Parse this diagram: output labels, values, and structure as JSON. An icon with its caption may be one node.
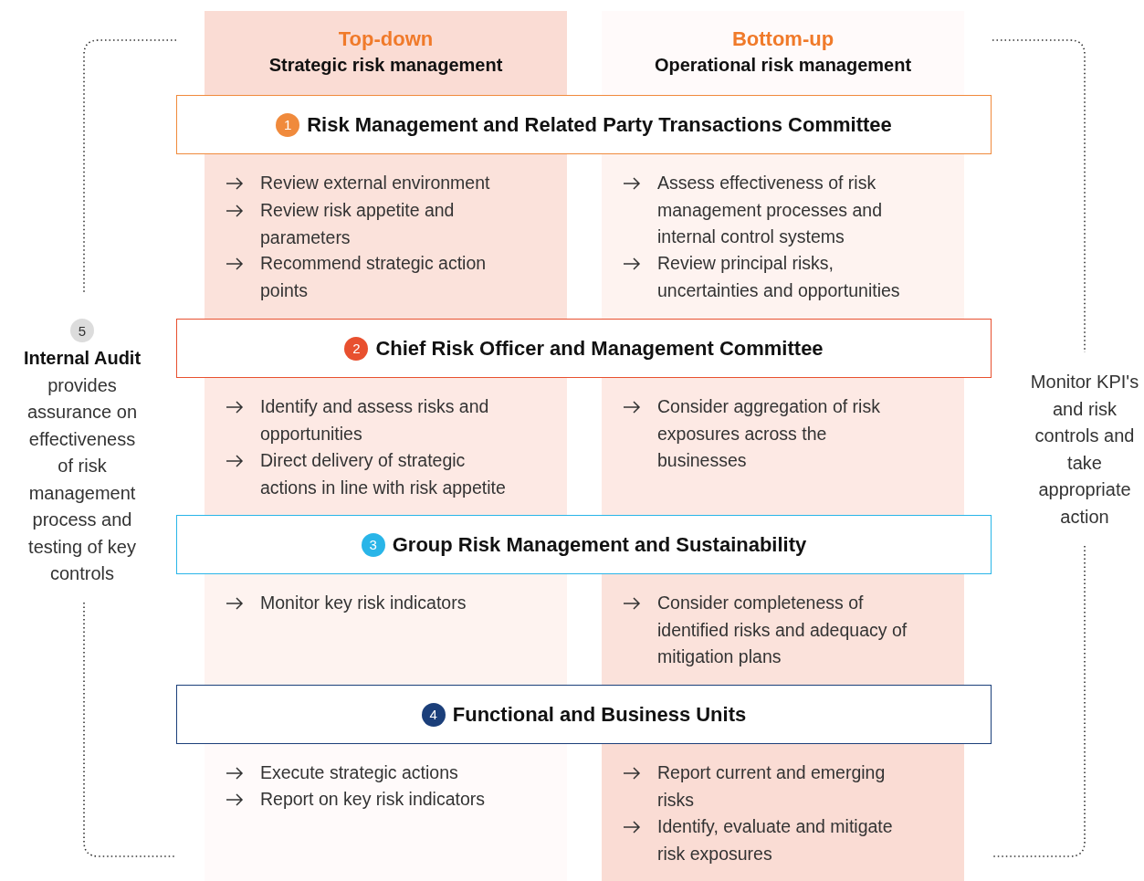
{
  "diagram": {
    "nodes": [
      {
        "text": [
          "Top-down",
          "Strategic risk management"
        ]
      },
      {
        "text": [
          "Bottom-up",
          "Operational risk management"
        ]
      },
      {
        "text": [
          "Risk Management and Related Party Transactions Committee"
        ]
      },
      {
        "text": [
          "1"
        ],
        "in": 2
      },
      {
        "text": [
          "Chief Risk Officer and Management Committee"
        ]
      },
      {
        "text": [
          "2"
        ],
        "in": 4
      },
      {
        "text": [
          "Group Risk Management and Sustainability"
        ]
      },
      {
        "text": [
          "3"
        ],
        "in": 6
      },
      {
        "text": [
          "Functional and Business Units"
        ]
      },
      {
        "text": [
          "4"
        ],
        "in": 8
      },
      {
        "text": [
          "5"
        ]
      }
    ],
    "edges": [],
    "labels": [
      "Review external environment",
      "Review risk appetite and parameters",
      "Recommend strategic action points",
      "Assess effectiveness of risk management processes and internal control systems",
      "Review principal risks, uncertainties and opportunities",
      "Identify and assess risks and opportunities",
      "Direct delivery of strategic actions in line with risk appetite",
      "Consider aggregation of risk exposures across the businesses",
      "Monitor key risk indicators",
      "Consider completeness of identified risks and adequacy of mitigation plans",
      "Execute strategic actions",
      "Report on key risk indicators",
      "Report current and emerging risks",
      "Identify, evaluate and mitigate risk exposures",
      "**Internal Audit** provides assurance on effectiveness of risk management process and testing of key controls",
      "Monitor KPI's and risk controls and take appropriate action"
    ]
  }
}
